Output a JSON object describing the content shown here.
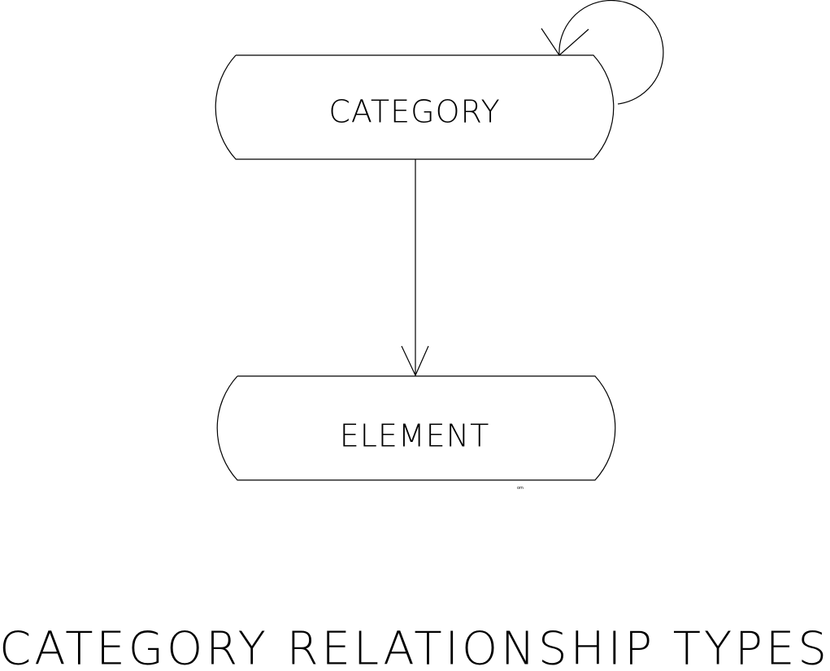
{
  "diagram": {
    "nodes": [
      {
        "id": "category",
        "label": "CATEGORY"
      },
      {
        "id": "element",
        "label": "ELEMENT"
      }
    ],
    "edges": [
      {
        "from": "category",
        "to": "category",
        "kind": "self-loop"
      },
      {
        "from": "category",
        "to": "element",
        "kind": "directed"
      }
    ],
    "caption": "CATEGORY RELATIONSHIP TYPES",
    "mark": "om"
  },
  "colors": {
    "background": "#ffffff",
    "ink": "#000000"
  }
}
